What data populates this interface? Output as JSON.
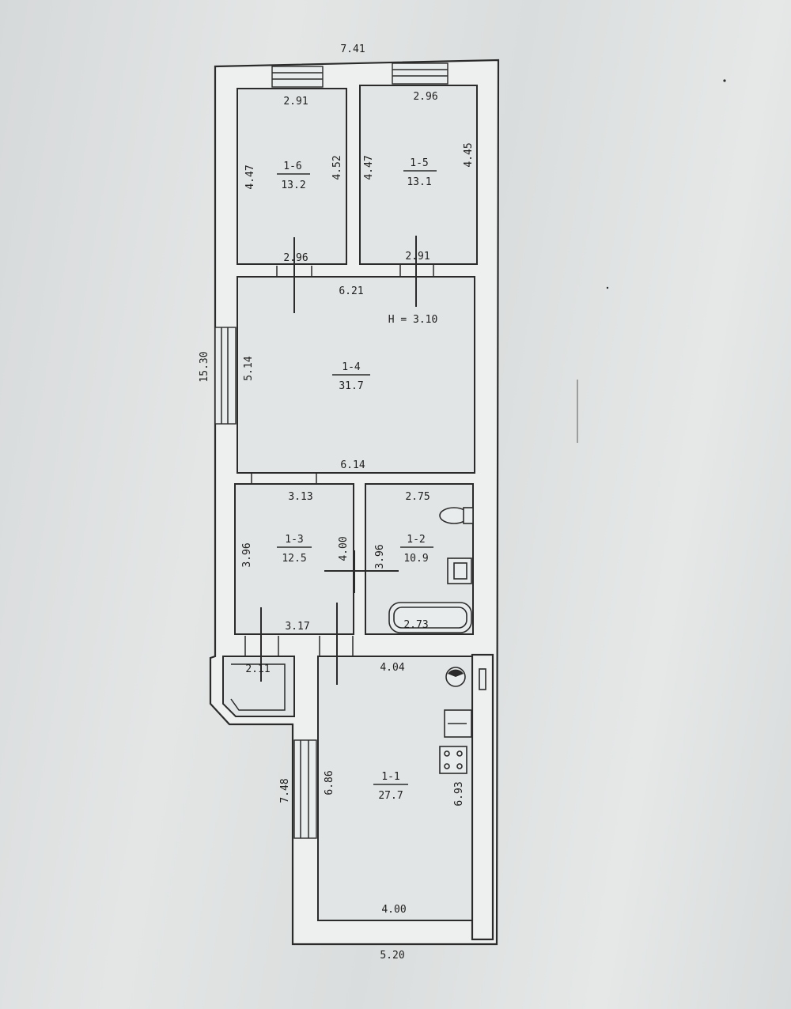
{
  "dimensions": {
    "top_total": "7.41",
    "left_total": "15.30",
    "bottom_total": "5.20",
    "left_lower": "7.48",
    "room_1_6_top": "2.91",
    "room_1_6_left": "4.47",
    "room_1_6_right": "4.52",
    "room_1_6_bottom": "2.96",
    "room_1_5_top": "2.96",
    "room_1_5_left": "4.47",
    "room_1_5_right": "4.45",
    "room_1_5_bottom": "2.91",
    "room_1_4_top": "6.21",
    "room_1_4_height": "H = 3.10",
    "room_1_4_left": "5.14",
    "room_1_4_bottom": "6.14",
    "room_1_3_top": "3.13",
    "room_1_3_left": "3.96",
    "room_1_3_right": "4.00",
    "room_1_3_bottom": "3.17",
    "room_1_2_top": "2.75",
    "room_1_2_left": "3.96",
    "room_1_2_bottom": "2.73",
    "vestibule": "2.11",
    "room_1_1_top": "4.04",
    "room_1_1_left": "6.86",
    "room_1_1_right": "6.93",
    "room_1_1_bottom": "4.00"
  },
  "rooms": [
    {
      "id": "1-6",
      "area": "13.2"
    },
    {
      "id": "1-5",
      "area": "13.1"
    },
    {
      "id": "1-4",
      "area": "31.7"
    },
    {
      "id": "1-3",
      "area": "12.5"
    },
    {
      "id": "1-2",
      "area": "10.9"
    },
    {
      "id": "1-1",
      "area": "27.7"
    }
  ],
  "icons": {
    "toilet": "toilet-icon",
    "sink": "sink-icon",
    "bathtub": "bathtub-icon",
    "stove": "stove-icon",
    "boiler": "boiler-icon"
  },
  "colors": {
    "paper": "#d9dcdd",
    "ink": "#2b2b2b"
  }
}
